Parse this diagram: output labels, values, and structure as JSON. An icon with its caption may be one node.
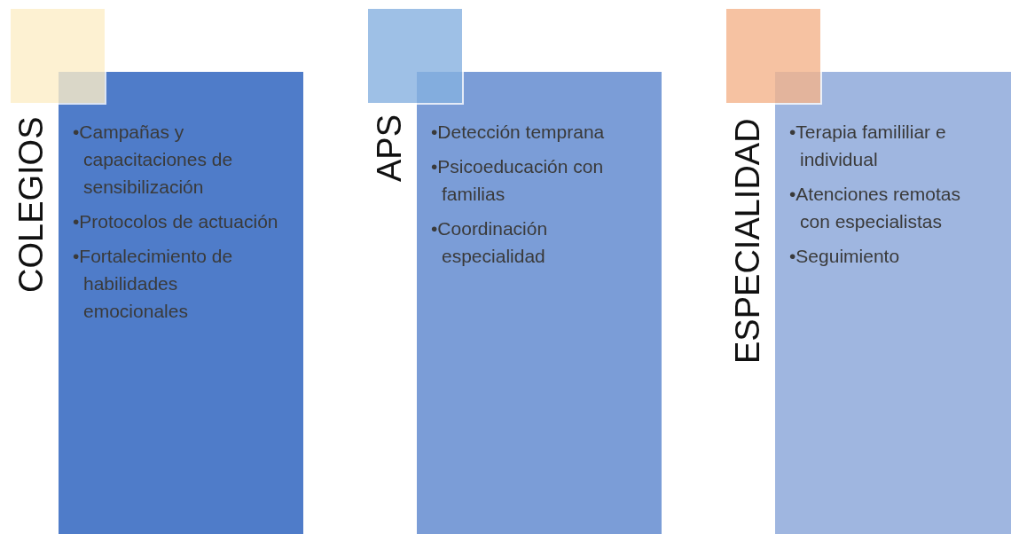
{
  "diagram": {
    "nodes": [
      {
        "text": [],
        "shape": "box"
      },
      {
        "text": [
          "COLEGIOS",
          "•Campañas y capacitaciones de sensibilización",
          "•Protocolos de actuación",
          "•Fortalecimiento de habilidades emocionales"
        ]
      },
      {
        "text": [],
        "shape": "box"
      },
      {
        "text": [
          "APS",
          "•Detección temprana",
          "•Psicoeducación con familias",
          "•Coordinación especialidad"
        ]
      },
      {
        "text": [],
        "shape": "box"
      },
      {
        "text": [
          "ESPECIALIDAD",
          "•Terapia famililiar e individual",
          "•Atenciones remotas con especialistas",
          "•Seguimiento"
        ]
      }
    ]
  }
}
